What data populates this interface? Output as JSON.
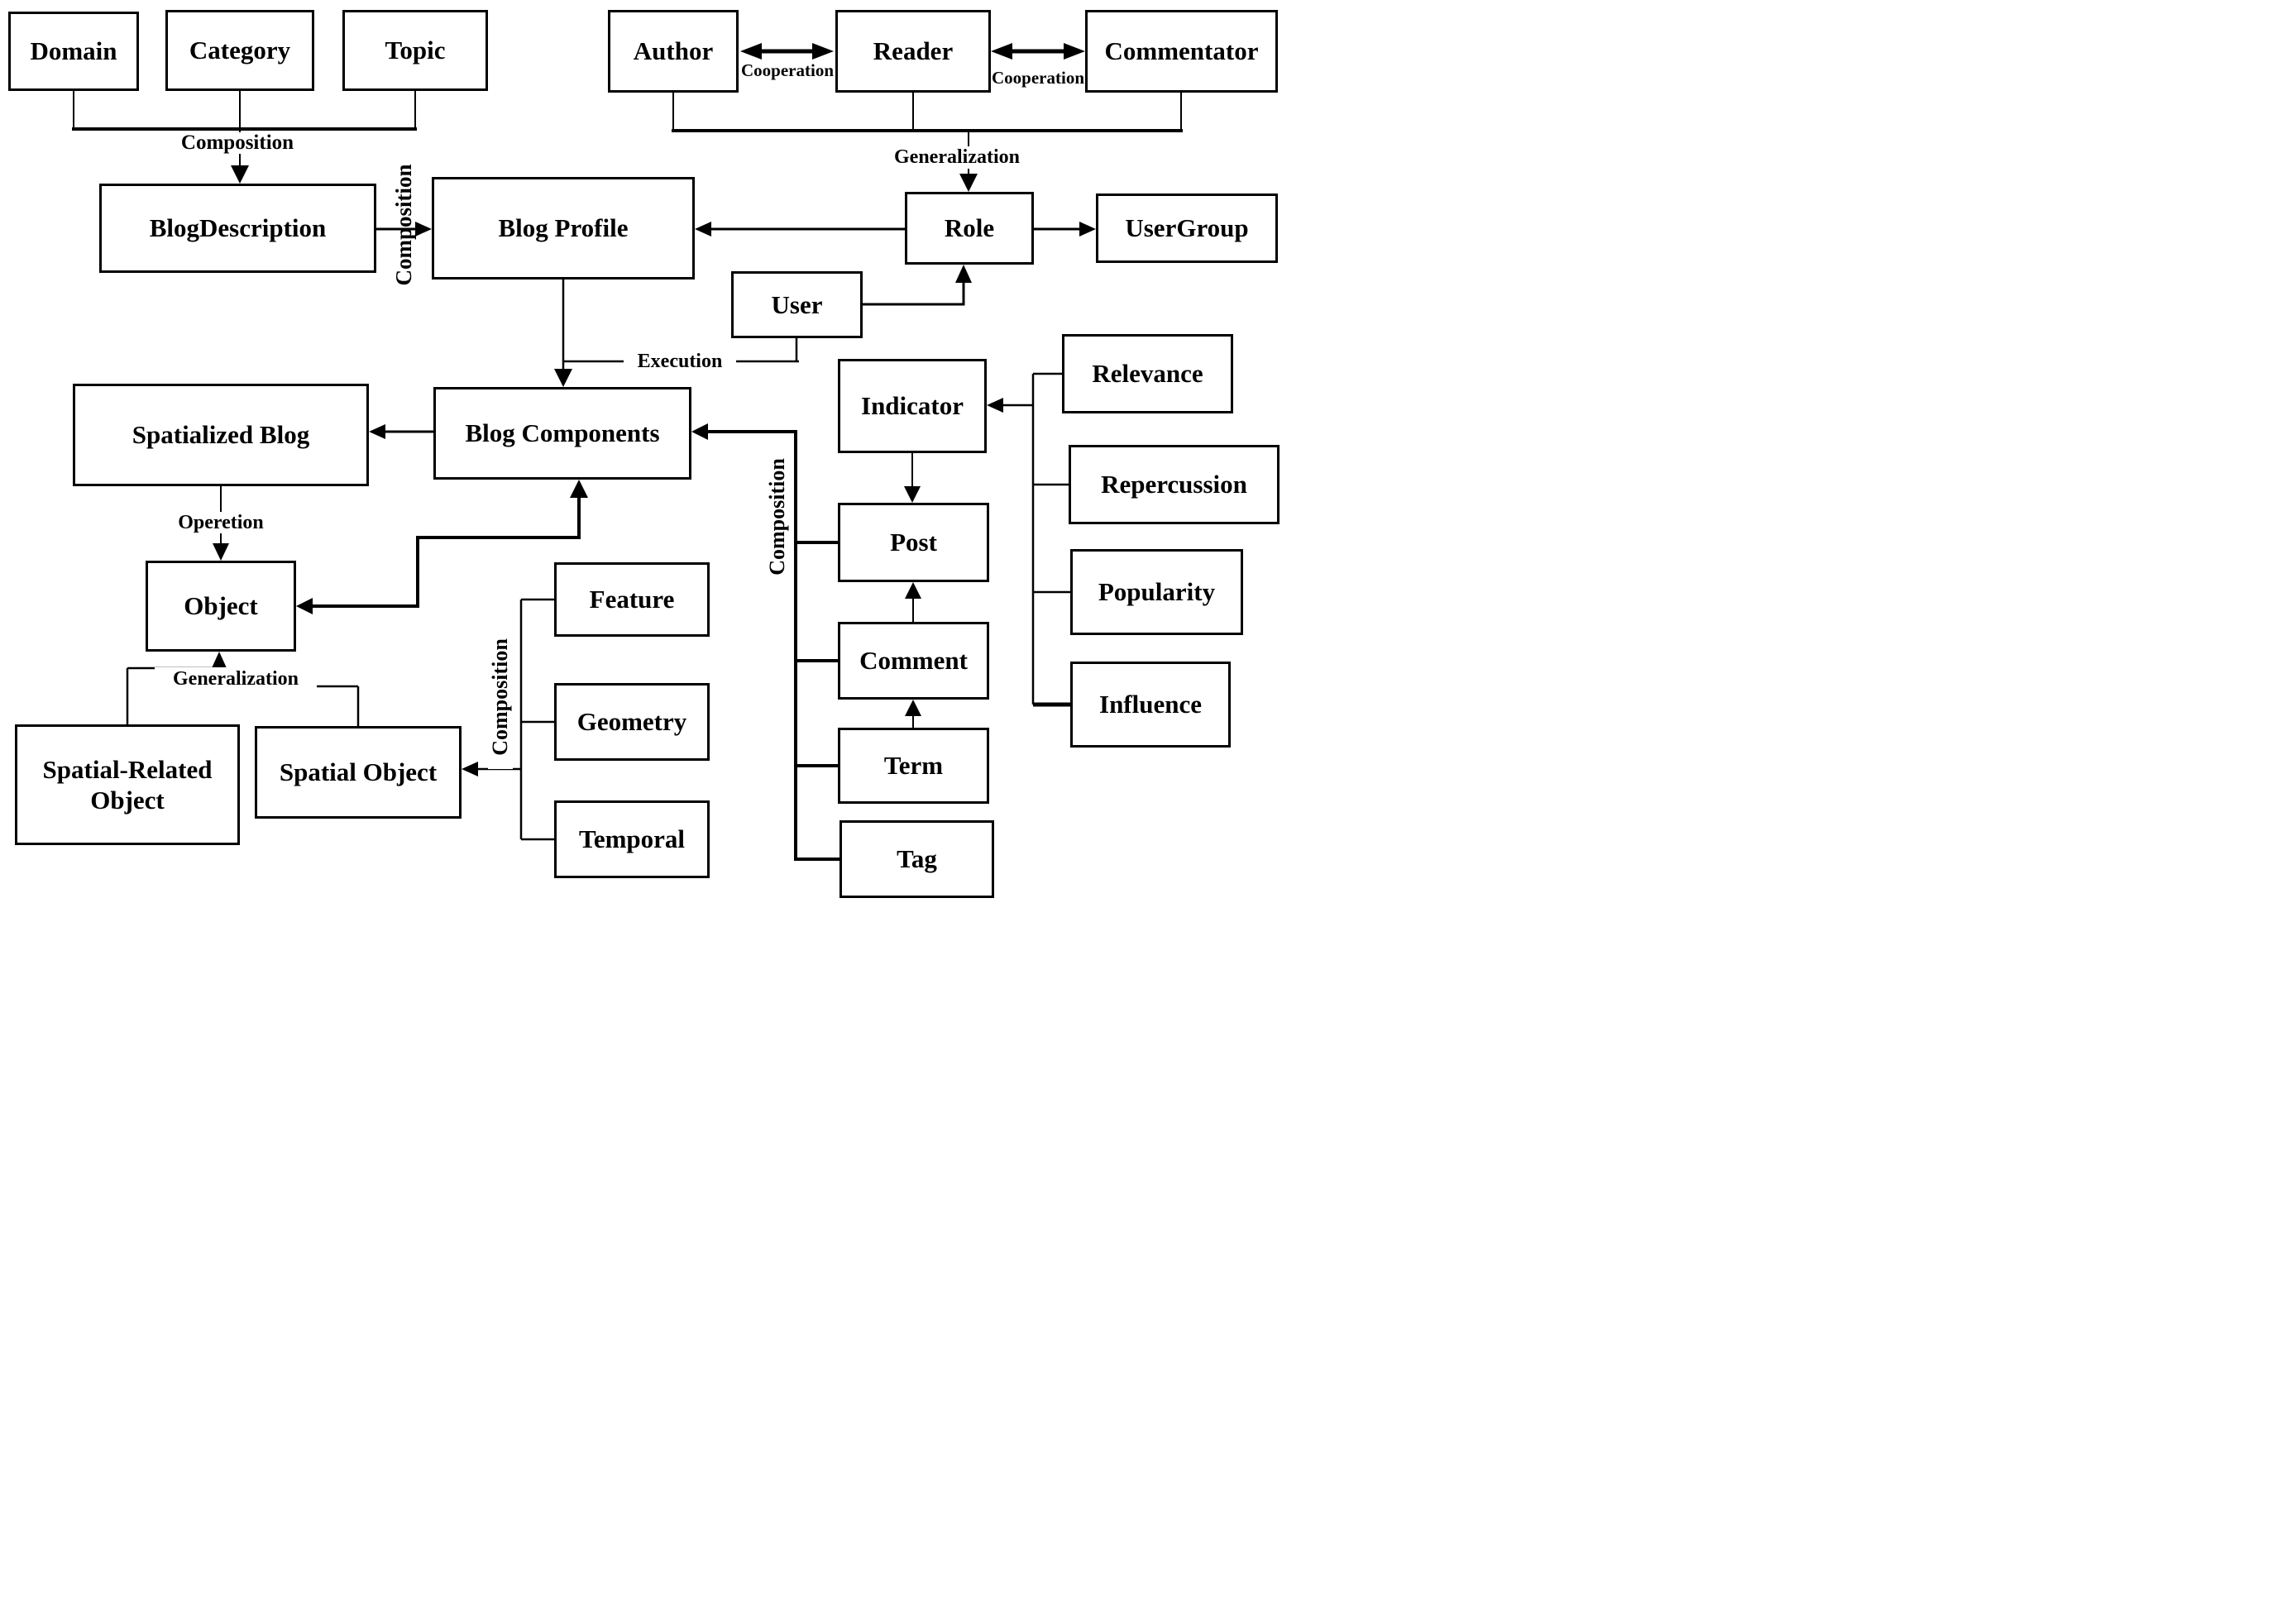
{
  "colors": {
    "ink": "#000000",
    "paper": "#ffffff"
  },
  "boxes": {
    "domain": "Domain",
    "category": "Category",
    "topic": "Topic",
    "author": "Author",
    "reader": "Reader",
    "commentator": "Commentator",
    "blog_description": "BlogDescription",
    "blog_profile": "Blog Profile",
    "role": "Role",
    "user_group": "UserGroup",
    "user": "User",
    "spatialized_blog": "Spatialized Blog",
    "blog_components": "Blog Components",
    "indicator": "Indicator",
    "relevance": "Relevance",
    "repercussion": "Repercussion",
    "popularity": "Popularity",
    "influence": "Influence",
    "object": "Object",
    "post": "Post",
    "comment": "Comment",
    "term": "Term",
    "tag": "Tag",
    "feature": "Feature",
    "geometry": "Geometry",
    "temporal": "Temporal",
    "spatial_object": "Spatial Object",
    "spatial_related_object": "Spatial-Related Object"
  },
  "relations": {
    "composition_top": "Composition",
    "composition_blogdesc": "Composition",
    "composition_spatial": "Composition",
    "composition_post": "Composition",
    "cooperation_left": "Cooperation",
    "cooperation_right": "Cooperation",
    "generalization_role": "Generalization",
    "generalization_object": "Generalization",
    "execution": "Execution",
    "operetion": "Operetion"
  }
}
